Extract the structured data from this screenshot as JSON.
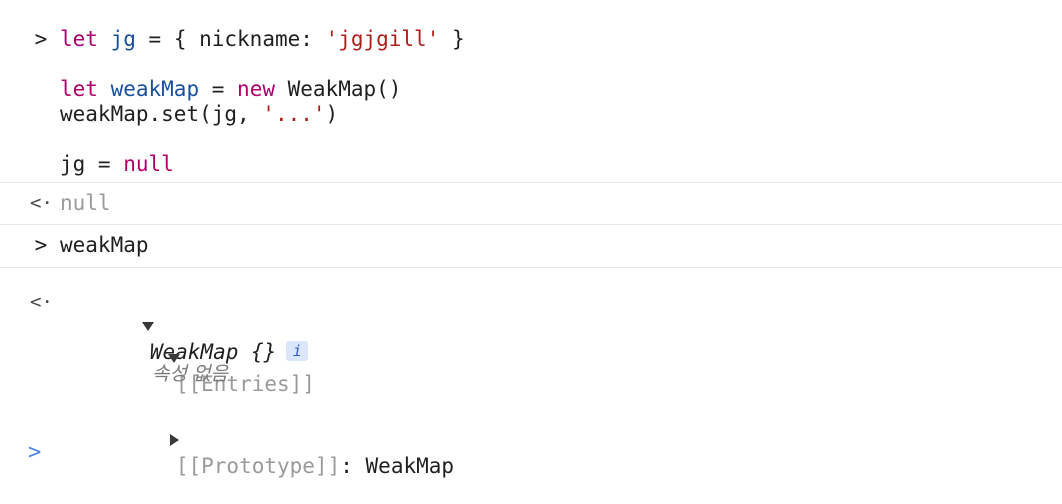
{
  "console": {
    "prompt_symbol": ">",
    "result_symbol": "<·",
    "entry1": {
      "line1": {
        "kw": "let",
        "var": "jg",
        "eq": " = { nickname: ",
        "str": "'jgjgill'",
        "end": " }"
      },
      "line2": {
        "kw": "let",
        "var": "weakMap",
        "eq": " = ",
        "kw2": "new",
        "rest": " WeakMap()"
      },
      "line3": {
        "pre": "weakMap.set(jg, ",
        "str": "'...'",
        "end": ")"
      },
      "line4": {
        "pre": "jg = ",
        "kw": "null"
      }
    },
    "result1": "null",
    "entry2": "weakMap",
    "result2": {
      "object_label": "WeakMap {}",
      "info_badge": "i",
      "entries_label": "[[Entries]]",
      "no_properties": "속성 없음",
      "prototype_label": "[[Prototype]]",
      "prototype_sep": ": ",
      "prototype_value": "WeakMap"
    }
  },
  "colors": {
    "keyword": "#b1006c",
    "variable": "#1a4fa0",
    "string": "#b0201a",
    "prompt": "#4a86e8"
  }
}
